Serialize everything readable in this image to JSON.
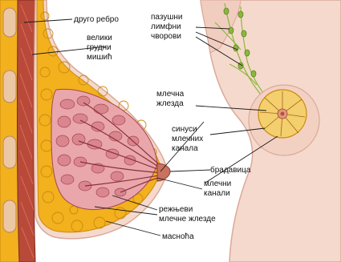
{
  "labels": {
    "rib": "друго ребро",
    "muscle_1": "велики",
    "muscle_2": "грудни",
    "muscle_3": "мишић",
    "lymph_1": "пазушни",
    "lymph_2": "лимфни",
    "lymph_3": "чворови",
    "gland_1": "млечна",
    "gland_2": "жлезда",
    "sinus_1": "синуси",
    "sinus_2": "млечних",
    "sinus_3": "канала",
    "nipple": "брадавица",
    "ducts_1": "млечни",
    "ducts_2": "канали",
    "lobes_1": "режњеви",
    "lobes_2": "млечне жлезде",
    "fat": "масноћа"
  },
  "colors": {
    "skin": "#f6d9cd",
    "skin_edge": "#d9a999",
    "fat": "#f2b11d",
    "fat_dark": "#c98a10",
    "muscle": "#b94a3a",
    "rib": "#ecc7a4",
    "gland_tissue": "#d9868f",
    "gland_dark": "#a8454f",
    "lymph": "#8bb83c",
    "gland_front": "#f4cf6d",
    "label_line": "#1a1a1a"
  }
}
